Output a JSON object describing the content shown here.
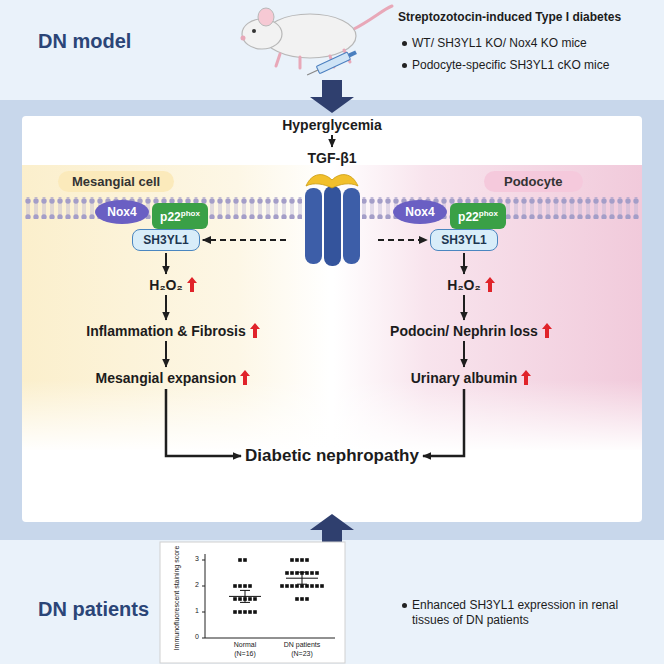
{
  "diagram": {
    "nodes": [
      {
        "text": [
          "DN model",
          "Streptozotocin-induced Type I diabetes",
          "WT/ SH3YL1 KO/ Nox4 KO mice",
          "Podocyte-specific SH3YL1 cKO mice"
        ]
      },
      {
        "text": [
          "Hyperglycemia"
        ]
      },
      {
        "text": [
          "TGF-β1"
        ]
      },
      {
        "text": [
          "Mesangial cell"
        ]
      },
      {
        "text": [
          "Nox4"
        ],
        "in": 3
      },
      {
        "text": [
          "p22",
          "phox"
        ],
        "in": 3
      },
      {
        "text": [
          "SH3YL1"
        ],
        "in": 3
      },
      {
        "text": [
          "H₂O₂"
        ],
        "in": 3
      },
      {
        "text": [
          "Inflammation & Fibrosis"
        ],
        "in": 3
      },
      {
        "text": [
          "Mesangial expansion"
        ],
        "in": 3
      },
      {
        "text": [
          "Podocyte"
        ]
      },
      {
        "text": [
          "Nox4"
        ],
        "in": 10
      },
      {
        "text": [
          "p22",
          "phox"
        ],
        "in": 10
      },
      {
        "text": [
          "SH3YL1"
        ],
        "in": 10
      },
      {
        "text": [
          "H₂O₂"
        ],
        "in": 10
      },
      {
        "text": [
          "Podocin/ Nephrin loss"
        ],
        "in": 10
      },
      {
        "text": [
          "Urinary albumin"
        ],
        "in": 10
      },
      {
        "text": [
          "Diabetic nephropathy"
        ]
      },
      {
        "text": [
          "DN patients",
          "Enhanced SH3YL1 expression in renal tissues of DN patients"
        ]
      }
    ],
    "edges": [
      {
        "from": 1,
        "to": 2,
        "arrow": "to"
      },
      {
        "from": 2,
        "to": 6,
        "arrow": "to"
      },
      {
        "from": 2,
        "to": 13,
        "arrow": "to"
      },
      {
        "from": 6,
        "to": 7,
        "arrow": "to"
      },
      {
        "from": 7,
        "to": 8,
        "arrow": "to"
      },
      {
        "from": 8,
        "to": 9,
        "arrow": "to"
      },
      {
        "from": 13,
        "to": 14,
        "arrow": "to"
      },
      {
        "from": 14,
        "to": 15,
        "arrow": "to"
      },
      {
        "from": 15,
        "to": 16,
        "arrow": "to"
      },
      {
        "from": 9,
        "to": 17,
        "arrow": "to"
      },
      {
        "from": 16,
        "to": 17,
        "arrow": "to"
      }
    ],
    "labels": [
      "Immunofluorescent staining score",
      "0",
      "1",
      "2",
      "3",
      "Normal",
      "(N=16)",
      "DN patients",
      "(N=23)"
    ]
  }
}
